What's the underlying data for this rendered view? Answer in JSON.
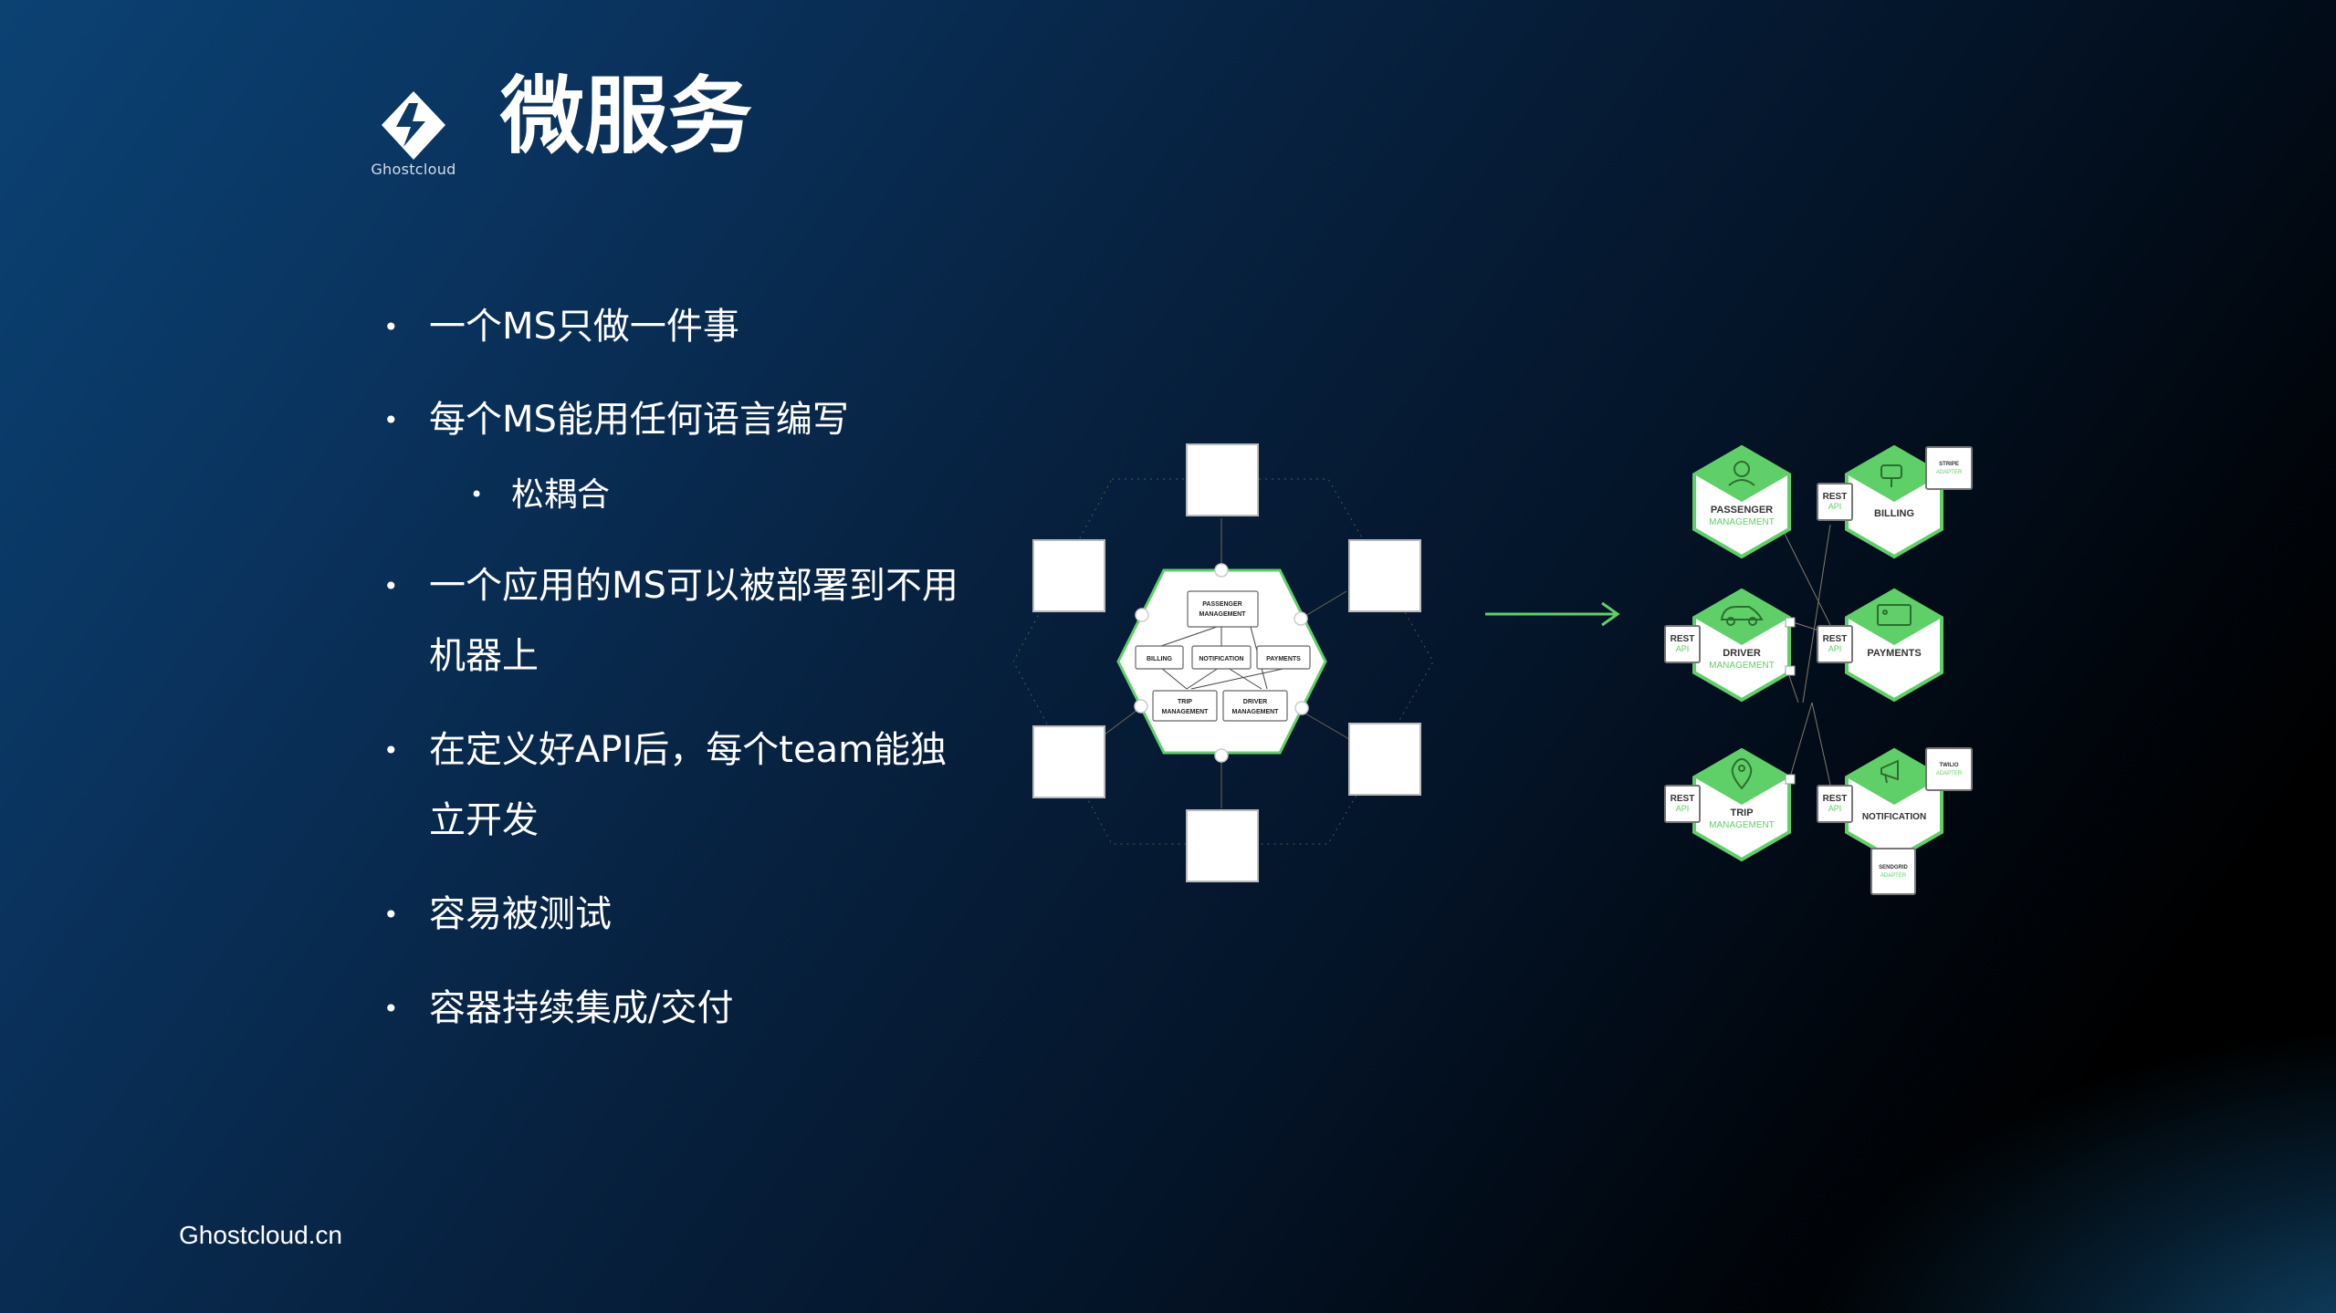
{
  "header": {
    "logo_text": "Ghostcloud",
    "title": "微服务"
  },
  "bullets": [
    {
      "level": 1,
      "text": "一个MS只做一件事"
    },
    {
      "level": 1,
      "text": "每个MS能用任何语言编写"
    },
    {
      "level": 2,
      "text": "松耦合"
    },
    {
      "level": 1,
      "text": "一个应用的MS可以被部署到不用机器上"
    },
    {
      "level": 1,
      "text": "在定义好API后，每个team能独立开发"
    },
    {
      "level": 1,
      "text": "容易被测试"
    },
    {
      "level": 1,
      "text": "容器持续集成/交付"
    }
  ],
  "bullet_glyph": "•",
  "monolith_diagram": {
    "modules": [
      "PASSENGER MANAGEMENT",
      "BILLING",
      "NOTIFICATION",
      "PAYMENTS",
      "TRIP MANAGEMENT",
      "DRIVER MANAGEMENT"
    ],
    "outer_boxes": 6,
    "accent_color": "#5fd068"
  },
  "arrow": {
    "color": "#5fd068"
  },
  "microservices_diagram": {
    "services": [
      {
        "name": "PASSENGER",
        "sub": "MANAGEMENT",
        "icon": "person-icon"
      },
      {
        "name": "BILLING",
        "sub": "",
        "icon": "mailbox-icon",
        "rest": "REST API",
        "adapter": "STRIPE ADAPTER"
      },
      {
        "name": "DRIVER",
        "sub": "MANAGEMENT",
        "icon": "car-icon",
        "rest": "REST API"
      },
      {
        "name": "PAYMENTS",
        "sub": "",
        "icon": "card-icon",
        "rest": "REST API"
      },
      {
        "name": "TRIP",
        "sub": "MANAGEMENT",
        "icon": "location-pin-icon",
        "rest": "REST API"
      },
      {
        "name": "NOTIFICATION",
        "sub": "",
        "icon": "megaphone-icon",
        "rest": "REST API",
        "adapter": "TWILIO ADAPTER",
        "adapter2": "SENDGRID ADAPTER"
      }
    ],
    "rest_label_top": "REST",
    "rest_label_bottom": "API",
    "accent_color": "#5fd068"
  },
  "footer": {
    "text": "Ghostcloud.cn"
  }
}
